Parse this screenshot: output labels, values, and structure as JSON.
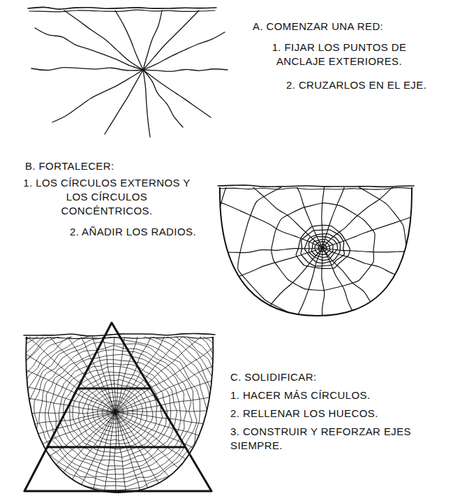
{
  "diagram": {
    "labels": [
      "A. COMENZAR UNA RED:",
      "1. FIJAR LOS PUNTOS DE ANCLAJE EXTERIORES.",
      "2. CRUZARLOS EN EL EJE.",
      "B. FORTALECER:",
      "1. LOS CÍRCULOS EXTERNOS Y LOS CÍRCULOS CONCÉNTRICOS.",
      "2. AÑADIR LOS RADIOS.",
      "C. SOLIDIFICAR:",
      "1. HACER MÁS CÍRCULOS.",
      "2. RELLENAR LOS HUECOS.",
      "3. CONSTRUIR Y REFORZAR EJES SIEMPRE."
    ]
  }
}
